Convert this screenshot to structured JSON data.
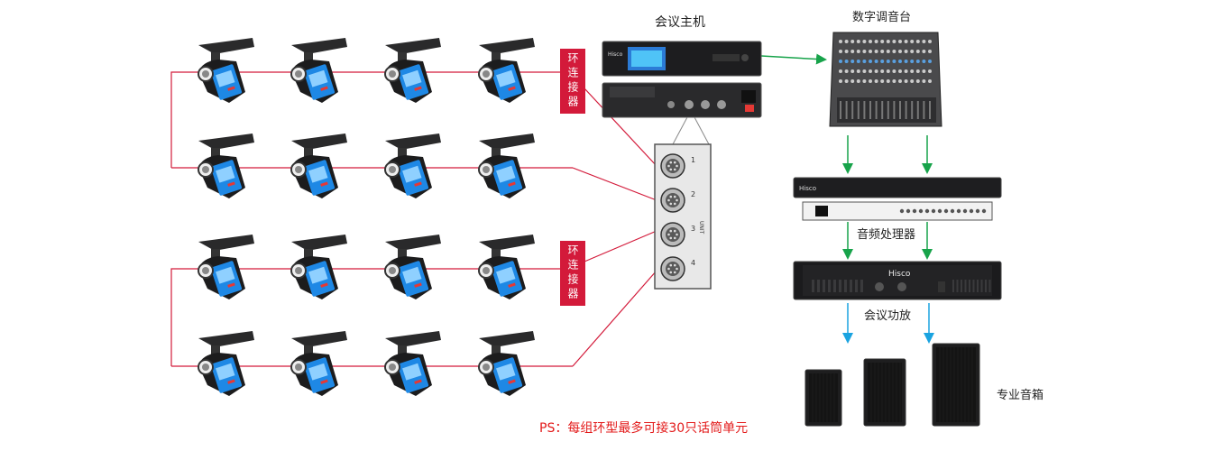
{
  "labels": {
    "main_unit": "会议主机",
    "mixer": "数字调音台",
    "processor": "音频处理器",
    "amplifier": "会议功放",
    "speakers": "专业音箱",
    "coupler": "环连接器",
    "brand": "Hisco",
    "unit_plate": "UNIT"
  },
  "ports": [
    "1",
    "2",
    "3",
    "4"
  ],
  "note": "PS：每组环型最多可接30只话筒单元",
  "colors": {
    "cable_red": "#d31a3a",
    "link_green": "#17a34a",
    "link_blue": "#1aa3e0",
    "device_dark": "#222222"
  }
}
